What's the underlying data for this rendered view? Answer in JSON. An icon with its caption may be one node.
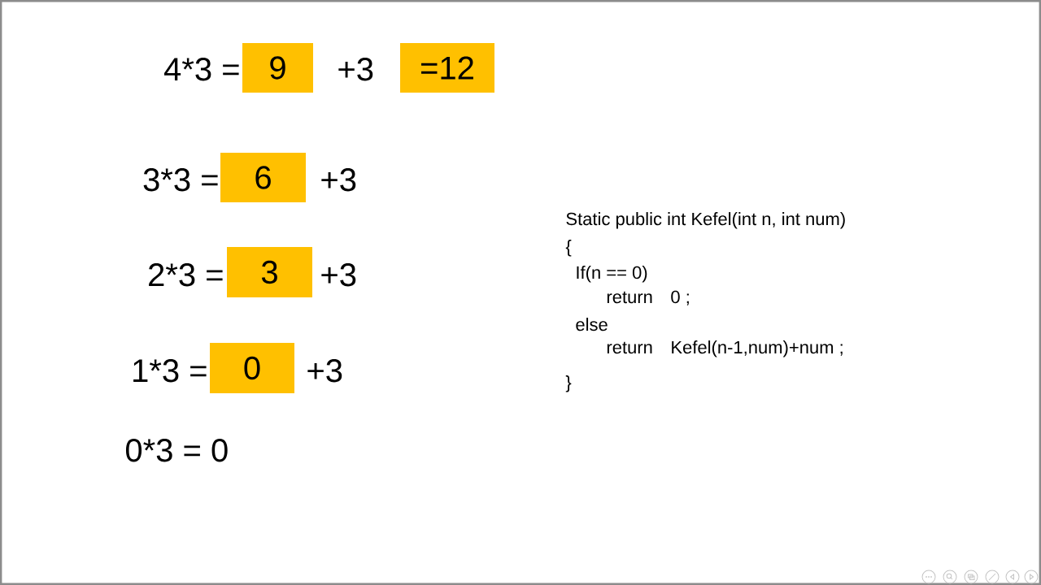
{
  "diagram": {
    "nodes": [
      {
        "text": [
          "9"
        ]
      },
      {
        "text": [
          "=12"
        ]
      },
      {
        "text": [
          "6"
        ]
      },
      {
        "text": [
          "3"
        ]
      },
      {
        "text": [
          "0"
        ]
      }
    ],
    "labels": [
      "4*3 =",
      "+3",
      "3*3 =",
      "+3",
      "2*3 =",
      "+3",
      "1*3 =",
      "+3",
      "0*3 = 0",
      "Static public int Kefel(int n, int num)",
      "{",
      "If(n == 0)",
      "return",
      "0 ;",
      "else",
      "return",
      "Kefel(n-1,num)+num ;",
      "}"
    ]
  }
}
